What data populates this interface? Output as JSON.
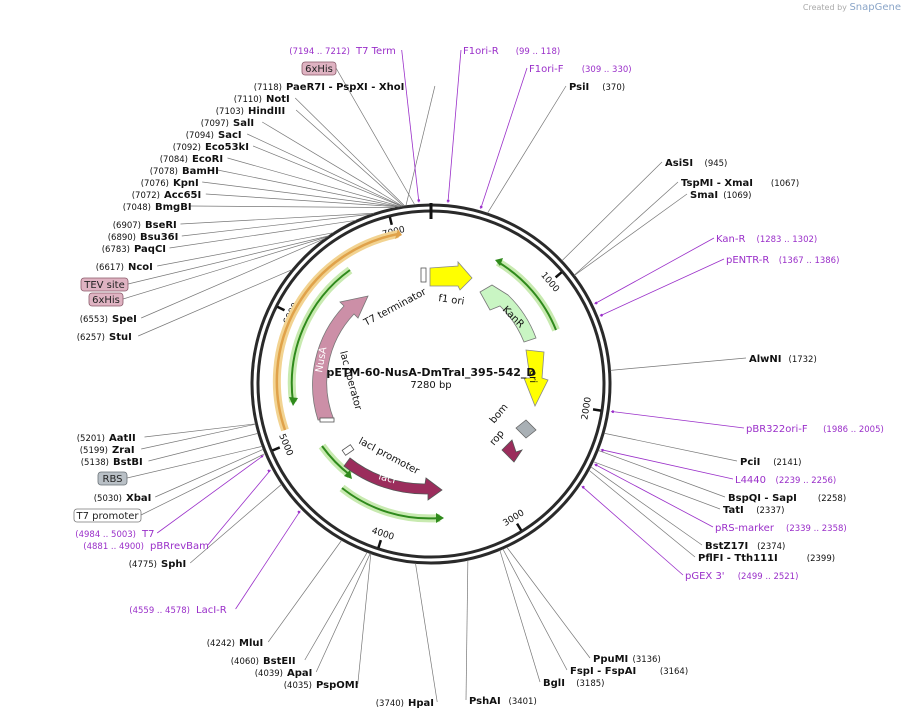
{
  "credit": {
    "prefix": "Created by",
    "brand": "SnapGene"
  },
  "plasmid": {
    "name": "pETM-60-NusA-DmTral_395-542_D",
    "size_label": "7280 bp",
    "length": 7280
  },
  "colors": {
    "primer": "#9a2fc9",
    "site": "#111111",
    "ring": "#333333"
  },
  "tick_labels": [
    "1000",
    "2000",
    "3000",
    "4000",
    "5000",
    "6000",
    "7000"
  ],
  "feature_labels": [
    {
      "text": "f1 ori"
    },
    {
      "text": "KanR"
    },
    {
      "text": "lacI"
    },
    {
      "text": "lacI promoter"
    },
    {
      "text": "lac operator"
    },
    {
      "text": "NusA"
    },
    {
      "text": "T7 terminator"
    },
    {
      "text": "bom"
    },
    {
      "text": "rop"
    },
    {
      "text": "ori"
    }
  ],
  "sites_left": [
    {
      "name": "PaeR7I  - PspXI  - XhoI",
      "pos": "(7118)"
    },
    {
      "name": "NotI",
      "pos": "(7110)"
    },
    {
      "name": "HindIII",
      "pos": "(7103)"
    },
    {
      "name": "SalI",
      "pos": "(7097)"
    },
    {
      "name": "SacI",
      "pos": "(7094)"
    },
    {
      "name": "Eco53kI",
      "pos": "(7092)"
    },
    {
      "name": "EcoRI",
      "pos": "(7084)"
    },
    {
      "name": "BamHI",
      "pos": "(7078)"
    },
    {
      "name": "KpnI",
      "pos": "(7076)"
    },
    {
      "name": "Acc65I",
      "pos": "(7072)"
    },
    {
      "name": "BmgBI",
      "pos": "(7048)"
    },
    {
      "name": "BseRI",
      "pos": "(6907)"
    },
    {
      "name": "Bsu36I",
      "pos": "(6890)"
    },
    {
      "name": "PaqCI",
      "pos": "(6783)"
    },
    {
      "name": "NcoI",
      "pos": "(6617)"
    },
    {
      "name": "SpeI",
      "pos": "(6553)"
    },
    {
      "name": "StuI",
      "pos": "(6257)"
    },
    {
      "name": "AatII",
      "pos": "(5201)"
    },
    {
      "name": "ZraI",
      "pos": "(5199)"
    },
    {
      "name": "BstBI",
      "pos": "(5138)"
    },
    {
      "name": "XbaI",
      "pos": "(5030)"
    },
    {
      "name": "SphI",
      "pos": "(4775)"
    },
    {
      "name": "MluI",
      "pos": "(4242)"
    },
    {
      "name": "BstEII",
      "pos": "(4060)"
    },
    {
      "name": "ApaI",
      "pos": "(4039)"
    },
    {
      "name": "PspOMI",
      "pos": "(4035)"
    },
    {
      "name": "HpaI",
      "pos": "(3740)"
    }
  ],
  "sites_right": [
    {
      "name": "PsiI",
      "pos": "(370)"
    },
    {
      "name": "AsiSI",
      "pos": "(945)"
    },
    {
      "name": "TspMI  - XmaI",
      "pos": "(1067)"
    },
    {
      "name": "SmaI",
      "pos": "(1069)"
    },
    {
      "name": "AlwNI",
      "pos": "(1732)"
    },
    {
      "name": "PciI",
      "pos": "(2141)"
    },
    {
      "name": "BspQI  - SapI",
      "pos": "(2258)"
    },
    {
      "name": "TatI",
      "pos": "(2337)"
    },
    {
      "name": "BstZ17I",
      "pos": "(2374)"
    },
    {
      "name": "PflFI  - Tth111I",
      "pos": "(2399)"
    },
    {
      "name": "PpuMI",
      "pos": "(3136)"
    },
    {
      "name": "FspI  - FspAI",
      "pos": "(3164)"
    },
    {
      "name": "BglI",
      "pos": "(3185)"
    },
    {
      "name": "PshAI",
      "pos": "(3401)"
    }
  ],
  "primers": [
    {
      "name": "T7 Term",
      "pos": "(7194 .. 7212)"
    },
    {
      "name": "F1ori-R",
      "pos": "(99 .. 118)"
    },
    {
      "name": "F1ori-F",
      "pos": "(309 .. 330)"
    },
    {
      "name": "Kan-R",
      "pos": "(1283 .. 1302)"
    },
    {
      "name": "pENTR-R",
      "pos": "(1367 .. 1386)"
    },
    {
      "name": "pBR322ori-F",
      "pos": "(1986 .. 2005)"
    },
    {
      "name": "L4440",
      "pos": "(2239 .. 2256)"
    },
    {
      "name": "pRS-marker",
      "pos": "(2339 .. 2358)"
    },
    {
      "name": "pGEX 3'",
      "pos": "(2499 .. 2521)"
    },
    {
      "name": "T7",
      "pos": "(4984 .. 5003)"
    },
    {
      "name": "pBRrevBam",
      "pos": "(4881 .. 4900)"
    },
    {
      "name": "LacI-R",
      "pos": "(4559 .. 4578)"
    }
  ],
  "boxed_features": [
    {
      "text": "6xHis",
      "style": "pink"
    },
    {
      "text": "TEV site",
      "style": "pink"
    },
    {
      "text": "6xHis",
      "style": "pink"
    },
    {
      "text": "RBS",
      "style": "gray"
    },
    {
      "text": "T7 promoter",
      "style": "white"
    }
  ]
}
